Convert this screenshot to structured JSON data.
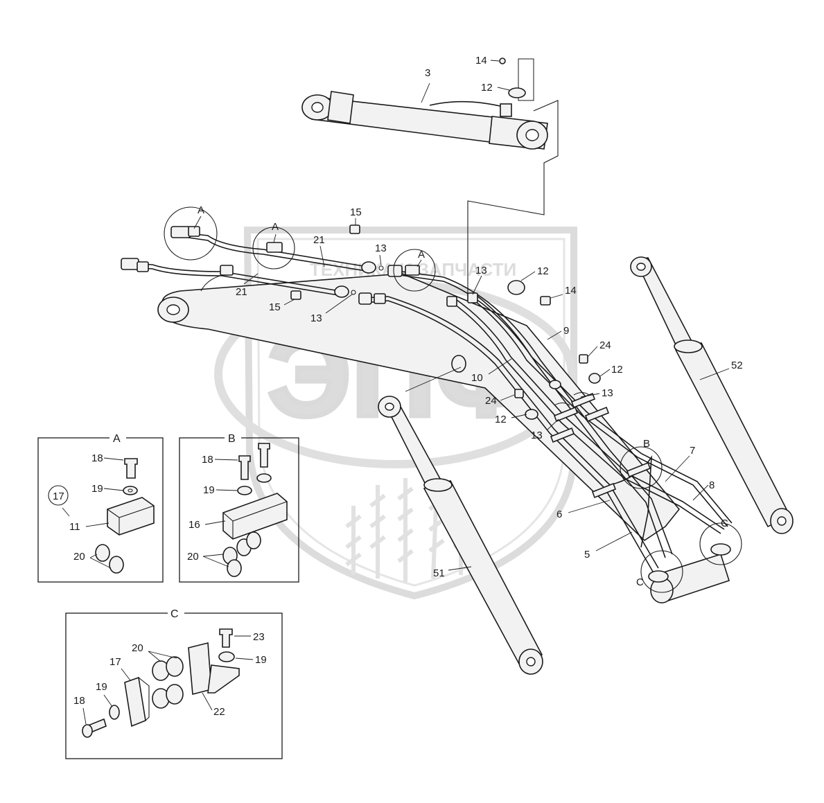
{
  "watermark": {
    "brand_text": "ТЕХНИКА И ЗАПЧАСТИ",
    "logo_letters": "ЭПФ"
  },
  "detail_views": {
    "A": {
      "title": "A"
    },
    "B": {
      "title": "B"
    },
    "C": {
      "title": "C"
    }
  },
  "callouts": {
    "c3": "3",
    "c14a": "14",
    "c12a": "12",
    "cA1": "A",
    "cA2": "A",
    "cA3": "A",
    "c21a": "21",
    "c21b": "21",
    "c15a": "15",
    "c15b": "15",
    "c13a": "13",
    "c13b": "13",
    "c13c": "13",
    "c13d": "13",
    "c13e": "13",
    "c12b": "12",
    "c12c": "12",
    "c12d": "12",
    "c14b": "14",
    "c9": "9",
    "c10": "10",
    "c24a": "24",
    "c24b": "24",
    "c52": "52",
    "cB": "B",
    "c7": "7",
    "c8": "8",
    "c6": "6",
    "c5": "5",
    "cC1": "C",
    "cC2": "C",
    "c51": "51",
    "a18": "18",
    "a19": "19",
    "a17": "17",
    "a11": "11",
    "a20": "20",
    "b18": "18",
    "b19": "19",
    "b16": "16",
    "b20": "20",
    "k23": "23",
    "k19a": "19",
    "k20": "20",
    "k17": "17",
    "k19b": "19",
    "k18": "18",
    "k22": "22"
  }
}
